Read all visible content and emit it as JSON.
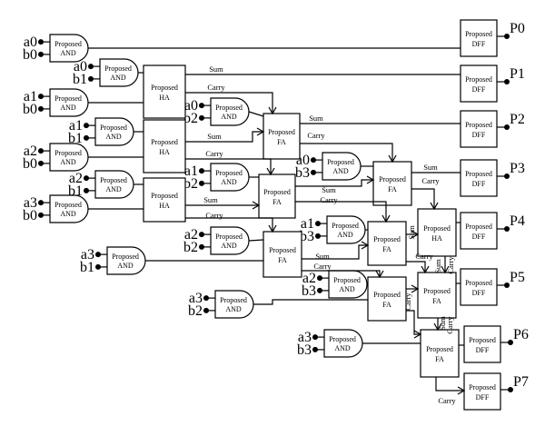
{
  "text": {
    "and_top": "Proposed",
    "and_bot": "AND",
    "ha_top": "Proposed",
    "ha_bot": "HA",
    "fa_top": "Proposed",
    "fa_bot": "FA",
    "dff_top": "Proposed",
    "dff_bot": "DFF",
    "sum": "Sum",
    "carry": "Carry"
  },
  "inputs": {
    "a0": "a0",
    "a1": "a1",
    "a2": "a2",
    "a3": "a3",
    "b0": "b0",
    "b1": "b1",
    "b2": "b2",
    "b3": "b3"
  },
  "outputs": [
    "P0",
    "P1",
    "P2",
    "P3",
    "P4",
    "P5",
    "P6",
    "P7"
  ]
}
